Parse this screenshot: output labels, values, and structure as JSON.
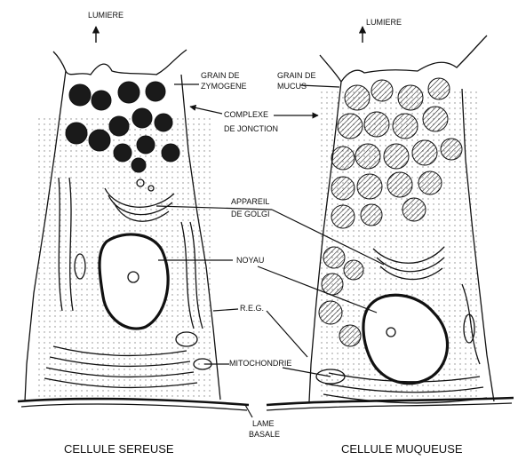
{
  "labels": {
    "lumiere_left": "LUMIERE",
    "lumiere_right": "LUMIERE",
    "grain_zymogene_1": "GRAIN DE",
    "grain_zymogene_2": "ZYMOGENE",
    "grain_mucus_1": "GRAIN DE",
    "grain_mucus_2": "MUCUS",
    "complexe_1": "COMPLEXE",
    "complexe_2": "DE JONCTION",
    "golgi_1": "APPAREIL",
    "golgi_2": "DE GOLGI",
    "noyau": "NOYAU",
    "reg": "R.E.G.",
    "mitochondrie": "MITOCHONDRIE",
    "lame_1": "LAME",
    "lame_2": "BASALE"
  },
  "captions": {
    "left": "CELLULE SEREUSE",
    "right": "CELLULE MUQUEUSE"
  }
}
